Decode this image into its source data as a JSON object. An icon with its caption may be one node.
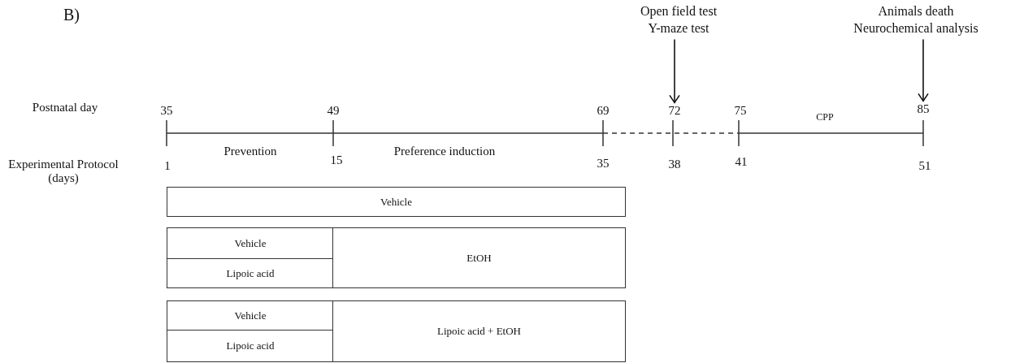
{
  "diagram": {
    "nodes": [
      {
        "text": [
          "Open field test",
          "Y-maze test"
        ]
      },
      {
        "text": [
          "Animals death",
          "Neurochemical analysis"
        ]
      },
      {
        "text": [
          "Vehicle"
        ]
      },
      {
        "text": [
          "Vehicle"
        ]
      },
      {
        "text": [
          "Lipoic acid"
        ]
      },
      {
        "text": [
          "EtOH"
        ]
      },
      {
        "text": [
          "Vehicle"
        ]
      },
      {
        "text": [
          "Lipoic acid"
        ]
      },
      {
        "text": [
          "Lipoic acid + EtOH"
        ]
      },
      {
        "text": [
          "72"
        ]
      },
      {
        "text": [
          "85"
        ]
      }
    ],
    "edges": [
      {
        "from": 0,
        "to": 9,
        "arrow": "to"
      },
      {
        "from": 1,
        "to": 10,
        "arrow": "to"
      }
    ],
    "labels": [
      "B)",
      "Postnatal day",
      "35",
      "49",
      "69",
      "75",
      "CPP",
      "Experimental Protocol (days)",
      "Prevention",
      "1",
      "15",
      "Preference induction",
      "35",
      "38",
      "41",
      "51"
    ]
  }
}
